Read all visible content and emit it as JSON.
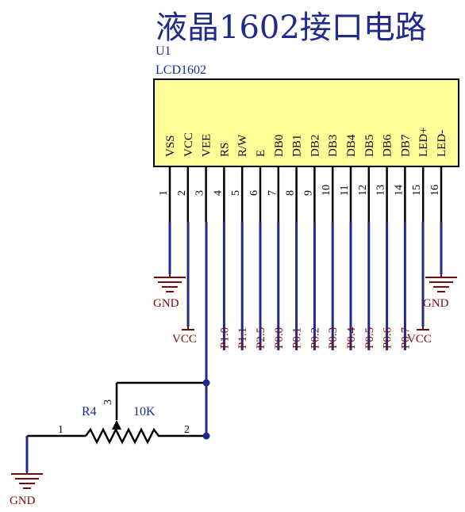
{
  "title": "液晶1602接口电路",
  "lcd": {
    "ref": "U1",
    "part": "LCD1602",
    "pins": [
      {
        "num": "1",
        "name": "VSS"
      },
      {
        "num": "2",
        "name": "VCC"
      },
      {
        "num": "3",
        "name": "VEE"
      },
      {
        "num": "4",
        "name": "RS"
      },
      {
        "num": "5",
        "name": "R/W"
      },
      {
        "num": "6",
        "name": "E"
      },
      {
        "num": "7",
        "name": "DB0"
      },
      {
        "num": "8",
        "name": "DB1"
      },
      {
        "num": "9",
        "name": "DB2"
      },
      {
        "num": "10",
        "name": "DB3"
      },
      {
        "num": "11",
        "name": "DB4"
      },
      {
        "num": "12",
        "name": "DB5"
      },
      {
        "num": "13",
        "name": "DB6"
      },
      {
        "num": "14",
        "name": "DB7"
      },
      {
        "num": "15",
        "name": "LED+"
      },
      {
        "num": "16",
        "name": "LED-"
      }
    ]
  },
  "net_labels": [
    "P1.0",
    "P1.1",
    "P2.5",
    "P0.0",
    "P0.1",
    "P0.2",
    "P0.3",
    "P0.4",
    "P0.5",
    "P0.6",
    "P0.7"
  ],
  "power": {
    "gnd_left": "GND",
    "gnd_right": "GND",
    "vcc_left": "VCC",
    "vcc_right": "VCC",
    "gnd_bottom": "GND"
  },
  "pot": {
    "ref": "R4",
    "value": "10K",
    "pin1": "1",
    "pin2": "2",
    "pin3": "3"
  },
  "colors": {
    "body_fill": "#ffff99",
    "wire": "#1f2a8a",
    "net_label": "#7a0a0a",
    "text_blue": "#1f2a8a"
  }
}
